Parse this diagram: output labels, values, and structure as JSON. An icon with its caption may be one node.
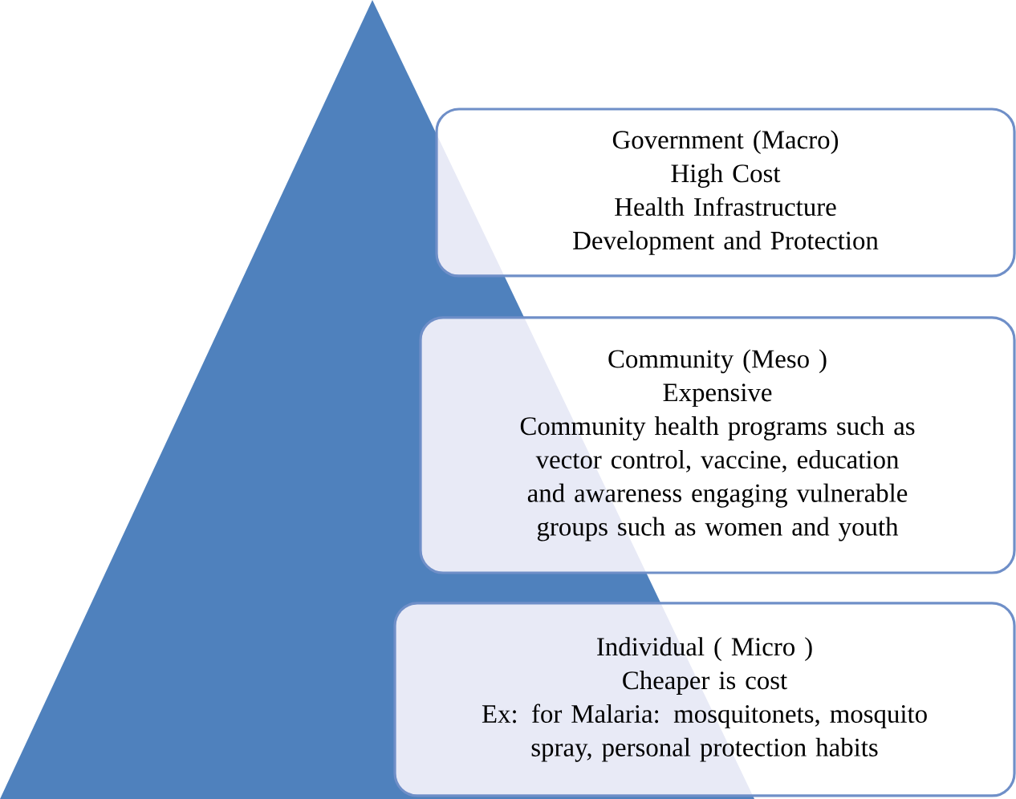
{
  "diagram": {
    "nodes": [
      {
        "text": [
          "Government (Macro)",
          "High Cost",
          "Health Infrastructure Development and Protection"
        ]
      },
      {
        "text": [
          "Community (Meso )",
          "Expensive",
          "Community health programs such as vector control, vaccine, education and awareness engaging vulnerable groups such as women and youth"
        ]
      },
      {
        "text": [
          "Individual ( Micro )",
          "Cheaper is cost",
          "Ex: for Malaria: mosquitonets, mosquito spray, personal protection habits"
        ]
      }
    ]
  }
}
